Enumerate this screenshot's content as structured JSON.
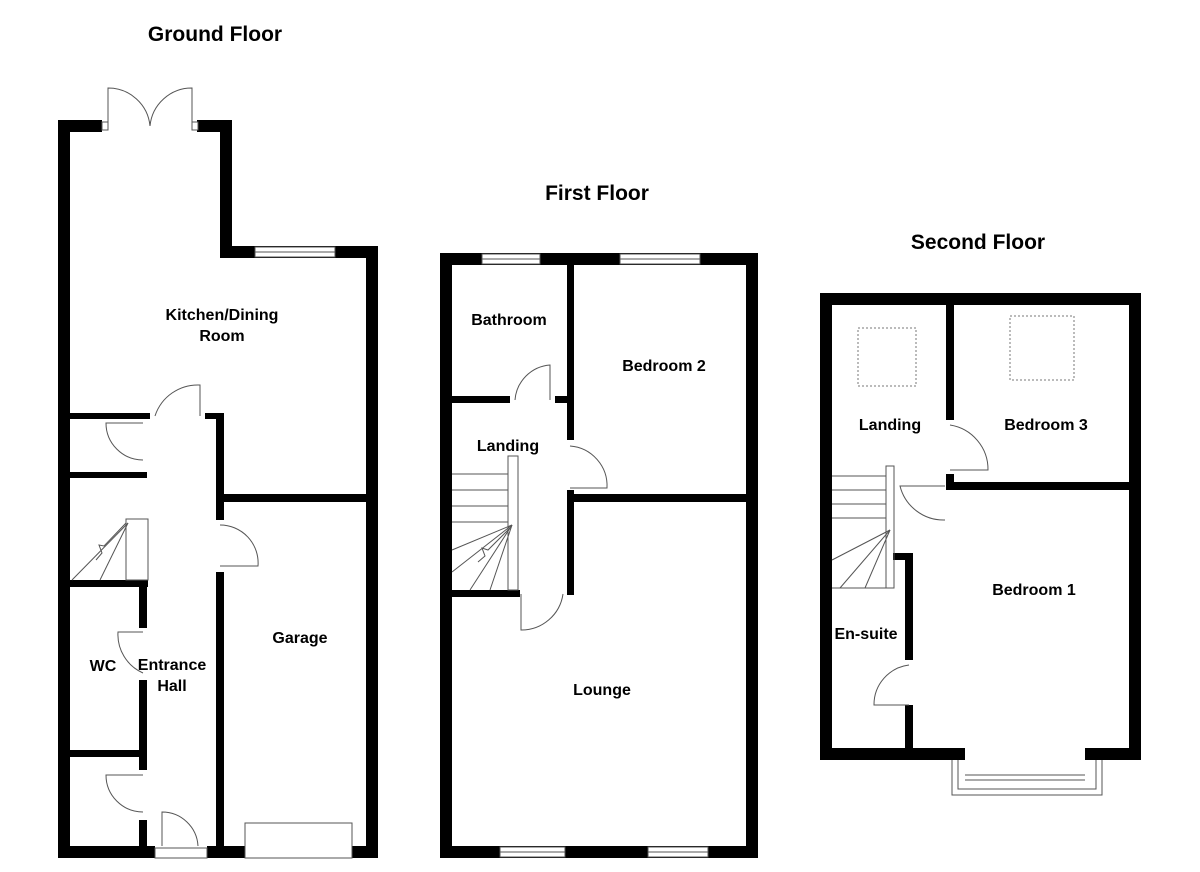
{
  "floors": {
    "ground": {
      "title": "Ground Floor",
      "rooms": {
        "kitchen_line1": "Kitchen/Dining",
        "kitchen_line2": "Room",
        "garage": "Garage",
        "wc": "WC",
        "hall_line1": "Entrance",
        "hall_line2": "Hall"
      }
    },
    "first": {
      "title": "First Floor",
      "rooms": {
        "bathroom": "Bathroom",
        "bedroom2": "Bedroom 2",
        "landing": "Landing",
        "lounge": "Lounge"
      }
    },
    "second": {
      "title": "Second Floor",
      "rooms": {
        "landing": "Landing",
        "bedroom3": "Bedroom 3",
        "bedroom1": "Bedroom 1",
        "ensuite": "En-suite"
      }
    }
  }
}
